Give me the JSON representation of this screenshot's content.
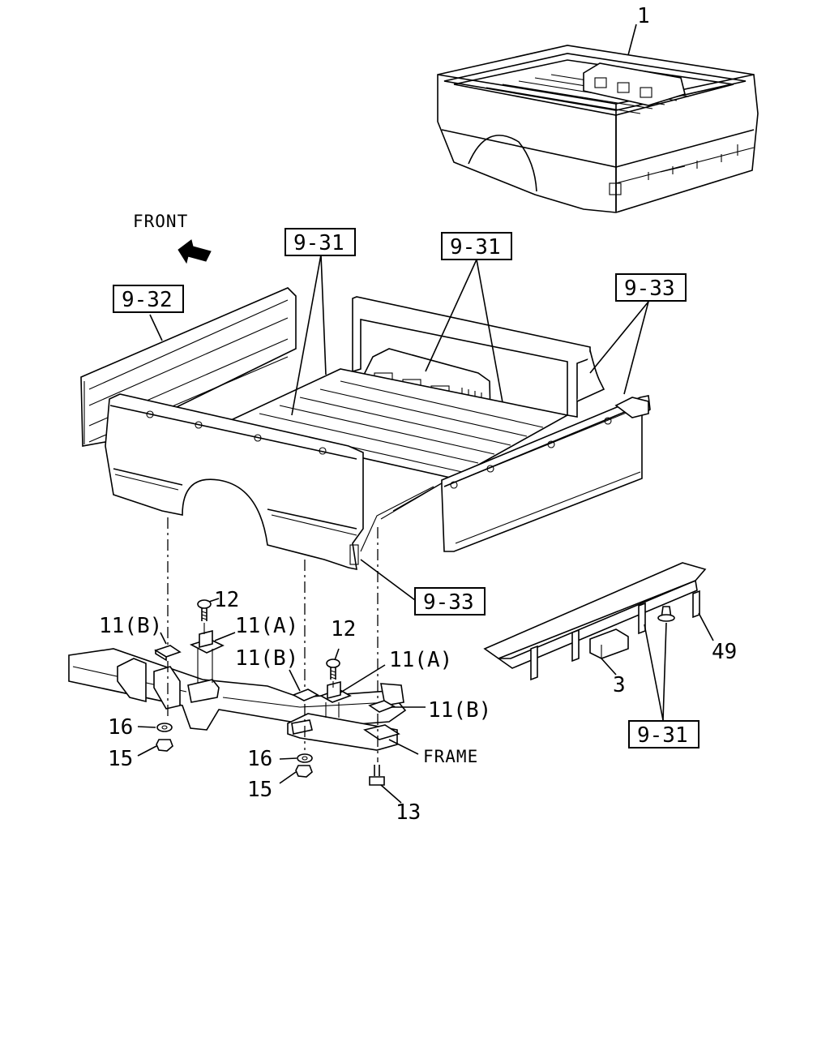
{
  "labels": {
    "front": "FRONT",
    "frame": "FRAME",
    "p1": "1",
    "p3": "3",
    "p12a": "12",
    "p12b": "12",
    "p13": "13",
    "p15a": "15",
    "p15b": "15",
    "p16a": "16",
    "p16b": "16",
    "p49": "49",
    "p11B_a": "11(B)",
    "p11A_a": "11(A)",
    "p11B_b": "11(B)",
    "p11A_b": "11(A)",
    "p11B_c": "11(B)"
  },
  "refs": {
    "r931_a": "9-31",
    "r931_b": "9-31",
    "r931_c": "9-31",
    "r932": "9-32",
    "r933_a": "9-33",
    "r933_b": "9-33"
  }
}
